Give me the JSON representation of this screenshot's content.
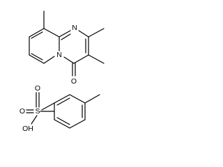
{
  "molecule_1": {
    "atoms": {
      "n_ring": "N",
      "n_bridge": "N",
      "o_carbonyl": "O"
    }
  },
  "molecule_2": {
    "atoms": {
      "o_top": "O",
      "o_mid": "O",
      "s": "S",
      "oh": "OH"
    }
  }
}
